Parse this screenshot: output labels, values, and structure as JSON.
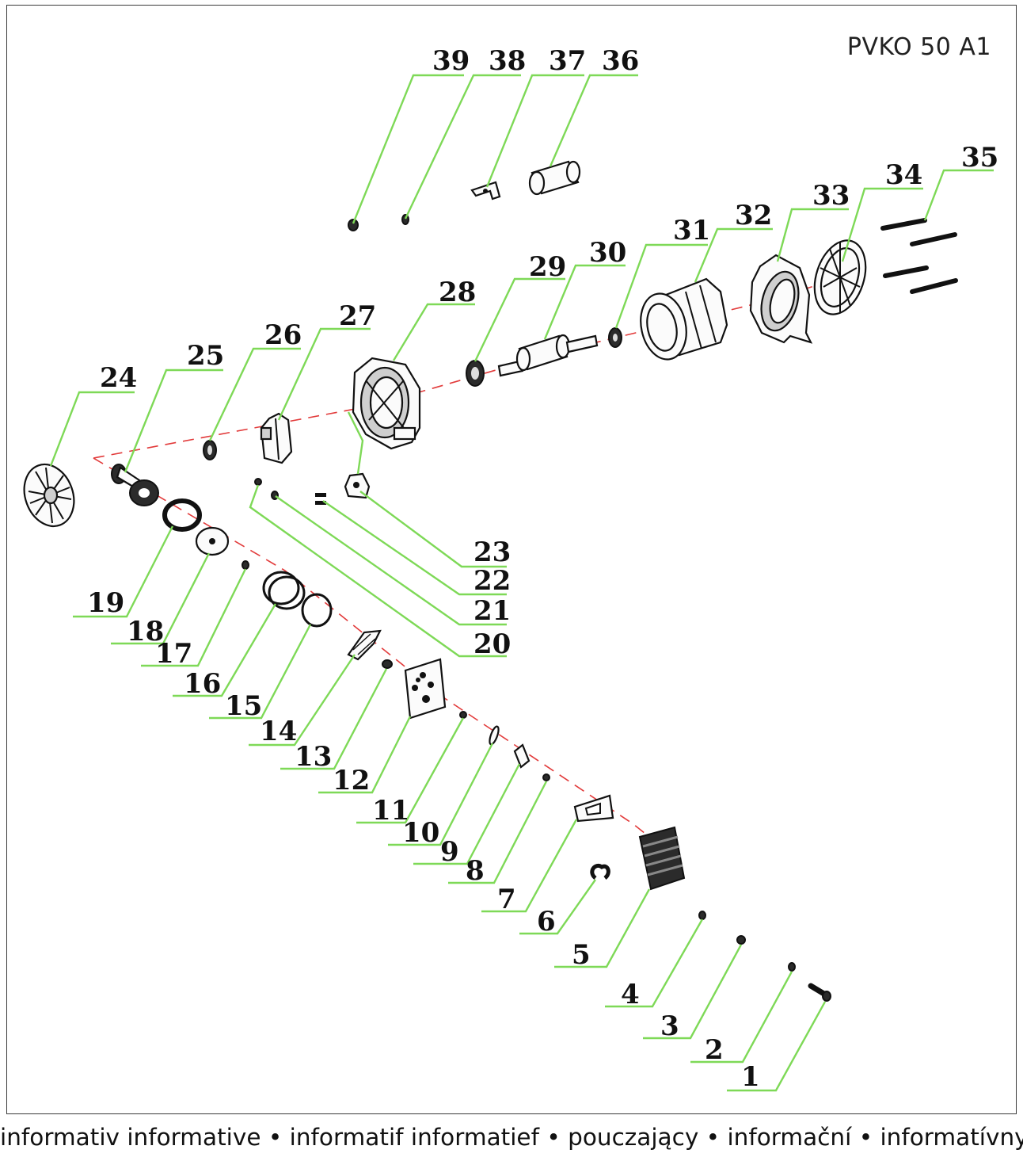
{
  "model": "PVKO 50 A1",
  "footer": "informativ informative • informatif informatief • pouczający • informační • informatívny",
  "callouts": [
    {
      "n": "1",
      "parts": [
        "1"
      ]
    },
    {
      "n": "2",
      "parts": [
        "2"
      ]
    },
    {
      "n": "3",
      "parts": [
        "3"
      ]
    },
    {
      "n": "4",
      "parts": [
        "4"
      ]
    },
    {
      "n": "5",
      "parts": [
        "5"
      ]
    },
    {
      "n": "6",
      "parts": [
        "6"
      ]
    },
    {
      "n": "7",
      "parts": [
        "7"
      ]
    },
    {
      "n": "8",
      "parts": [
        "8"
      ]
    },
    {
      "n": "9",
      "parts": [
        "9"
      ]
    },
    {
      "n": "10",
      "parts": [
        "10"
      ]
    },
    {
      "n": "11",
      "parts": [
        "11"
      ]
    },
    {
      "n": "12",
      "parts": [
        "12"
      ]
    },
    {
      "n": "13",
      "parts": [
        "13"
      ]
    },
    {
      "n": "14",
      "parts": [
        "14"
      ]
    },
    {
      "n": "15",
      "parts": [
        "15"
      ]
    },
    {
      "n": "16",
      "parts": [
        "16"
      ]
    },
    {
      "n": "17",
      "parts": [
        "17"
      ]
    },
    {
      "n": "18",
      "parts": [
        "18"
      ]
    },
    {
      "n": "19",
      "parts": [
        "19"
      ]
    },
    {
      "n": "20",
      "parts": [
        "20"
      ]
    },
    {
      "n": "21",
      "parts": [
        "21"
      ]
    },
    {
      "n": "22",
      "parts": [
        "22"
      ]
    },
    {
      "n": "23",
      "parts": [
        "23"
      ]
    },
    {
      "n": "24",
      "parts": [
        "24"
      ]
    },
    {
      "n": "25",
      "parts": [
        "25"
      ]
    },
    {
      "n": "26",
      "parts": [
        "26"
      ]
    },
    {
      "n": "27",
      "parts": [
        "27"
      ]
    },
    {
      "n": "28",
      "parts": [
        "28"
      ]
    },
    {
      "n": "29",
      "parts": [
        "29"
      ]
    },
    {
      "n": "30",
      "parts": [
        "30"
      ]
    },
    {
      "n": "31",
      "parts": [
        "31"
      ]
    },
    {
      "n": "32",
      "parts": [
        "32"
      ]
    },
    {
      "n": "33",
      "parts": [
        "33"
      ]
    },
    {
      "n": "34",
      "parts": [
        "34"
      ]
    },
    {
      "n": "35",
      "parts": [
        "35"
      ]
    },
    {
      "n": "36",
      "parts": [
        "36"
      ]
    },
    {
      "n": "37",
      "parts": [
        "37"
      ]
    },
    {
      "n": "38",
      "parts": [
        "38"
      ]
    },
    {
      "n": "39",
      "parts": [
        "39"
      ]
    }
  ],
  "colors": {
    "leader": "#7ed957",
    "axis": "#e23b3b",
    "outline": "#111111"
  }
}
